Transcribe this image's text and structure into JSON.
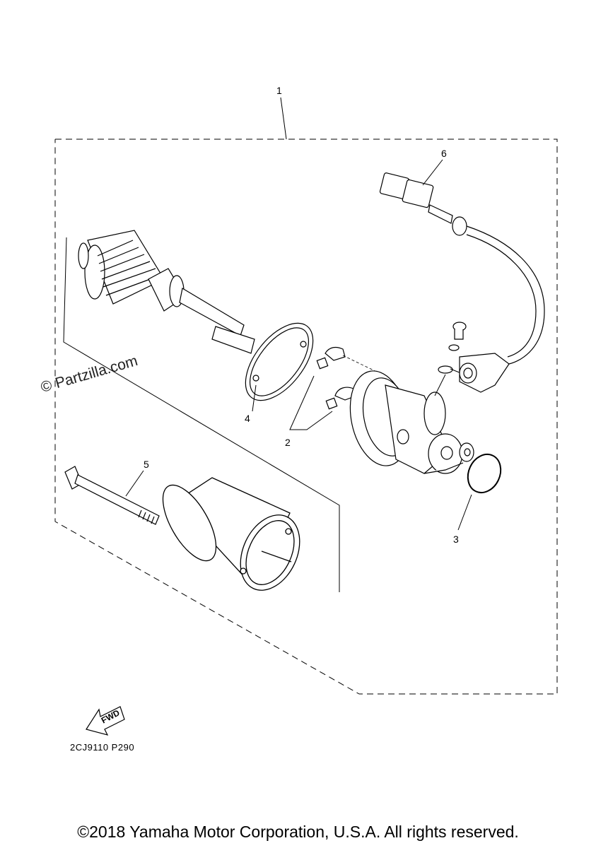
{
  "callouts": {
    "c1": "1",
    "c2": "2",
    "c3": "3",
    "c4": "4",
    "c5": "5",
    "c6": "6"
  },
  "direction_badge": "FWD",
  "diagram_code": "2CJ9110 P290",
  "watermark": "© Partzilla.com",
  "copyright": "©2018 Yamaha Motor Corporation, U.S.A. All rights reserved."
}
